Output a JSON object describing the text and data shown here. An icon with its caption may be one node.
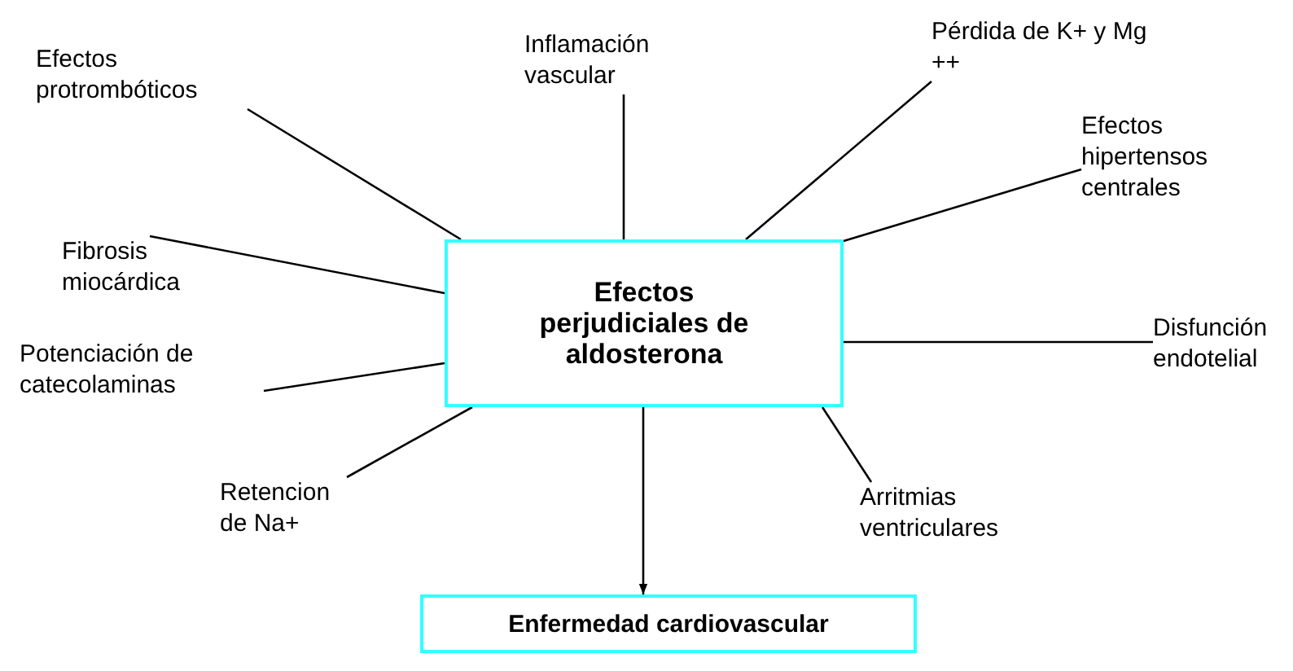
{
  "diagram": {
    "nodes": [
      {
        "text": [
          "Efectos protrombóticos"
        ]
      },
      {
        "text": [
          "Inflamación vascular"
        ]
      },
      {
        "text": [
          "Pérdida de K+ y Mg ++"
        ]
      },
      {
        "text": [
          "Efectos hipertensos centrales"
        ]
      },
      {
        "text": [
          "Fibrosis miocárdica"
        ]
      },
      {
        "text": [
          "Disfunción endotelial"
        ]
      },
      {
        "text": [
          "Potenciación de catecolaminas"
        ]
      },
      {
        "text": [
          "Retencion de Na+"
        ]
      },
      {
        "text": [
          "Arritmias ventriculares"
        ]
      },
      {
        "text": [
          "Efectos perjudiciales de aldosterona"
        ]
      },
      {
        "text": [
          "Enfermedad cardiovascular"
        ]
      }
    ],
    "edges": [
      {
        "from": 0,
        "to": 9,
        "arrow": "none"
      },
      {
        "from": 1,
        "to": 9,
        "arrow": "none"
      },
      {
        "from": 2,
        "to": 9,
        "arrow": "none"
      },
      {
        "from": 3,
        "to": 9,
        "arrow": "none"
      },
      {
        "from": 4,
        "to": 9,
        "arrow": "none"
      },
      {
        "from": 5,
        "to": 9,
        "arrow": "none"
      },
      {
        "from": 6,
        "to": 9,
        "arrow": "none"
      },
      {
        "from": 7,
        "to": 9,
        "arrow": "none"
      },
      {
        "from": 8,
        "to": 9,
        "arrow": "none"
      },
      {
        "from": 9,
        "to": 10,
        "arrow": "to"
      }
    ]
  }
}
